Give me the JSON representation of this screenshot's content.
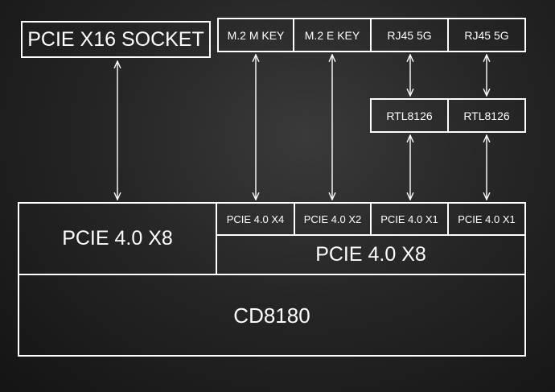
{
  "blocks": {
    "pcie_x16_socket": "PCIE X16 SOCKET",
    "m2_m_key": "M.2 M KEY",
    "m2_e_key": "M.2 E KEY",
    "rj45_5g_1": "RJ45 5G",
    "rj45_5g_2": "RJ45 5G",
    "rtl8126_1": "RTL8126",
    "rtl8126_2": "RTL8126",
    "pcie40_x8_left": "PCIE 4.0 X8",
    "pcie40_x4": "PCIE 4.0 X4",
    "pcie40_x2": "PCIE 4.0 X2",
    "pcie40_x1_a": "PCIE 4.0 X1",
    "pcie40_x1_b": "PCIE 4.0 X1",
    "pcie40_x8_right": "PCIE 4.0 X8",
    "cd8180": "CD8180"
  },
  "colors": {
    "line": "#ffffff",
    "background_center": "#3a3a3a",
    "background_edge": "#141414"
  }
}
